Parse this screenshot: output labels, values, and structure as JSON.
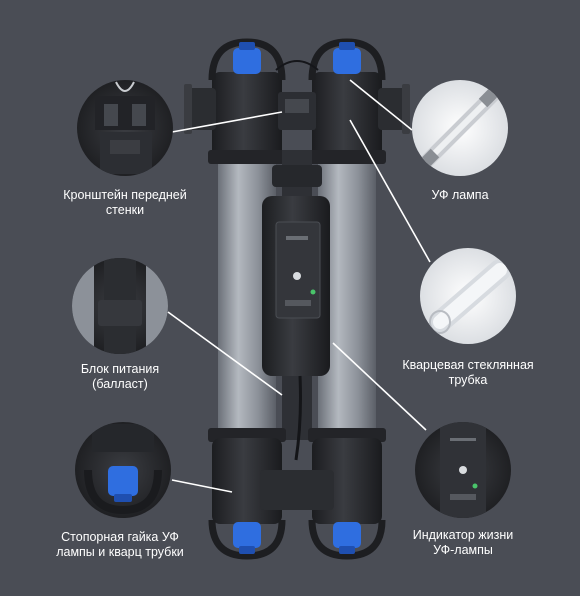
{
  "colors": {
    "background": "#4a4d55",
    "housing": "#2a2c30",
    "tube": "#9aa0a8",
    "cap_blue": "#2f6ee0",
    "leader": "#ffffff",
    "text": "#ffffff"
  },
  "callouts": [
    {
      "id": "bracket",
      "lines": [
        "Кронштейн передней",
        "стенки"
      ],
      "image": "bracket-detail"
    },
    {
      "id": "uv-lamp",
      "lines": [
        "УФ лампа"
      ],
      "image": "uv-lamp-photo"
    },
    {
      "id": "ballast",
      "lines": [
        "Блок питания",
        "(балласт)"
      ],
      "image": "ballast-detail"
    },
    {
      "id": "quartz",
      "lines": [
        "Кварцевая стеклянная",
        "трубка"
      ],
      "image": "quartz-tube-photo"
    },
    {
      "id": "nut",
      "lines": [
        "Стопорная гайка УФ",
        "лампы и кварц трубки"
      ],
      "image": "locking-nut-detail"
    },
    {
      "id": "indicator",
      "lines": [
        "Индикатор жизни",
        "УФ-лампы"
      ],
      "image": "lamp-life-indicator-detail"
    }
  ]
}
